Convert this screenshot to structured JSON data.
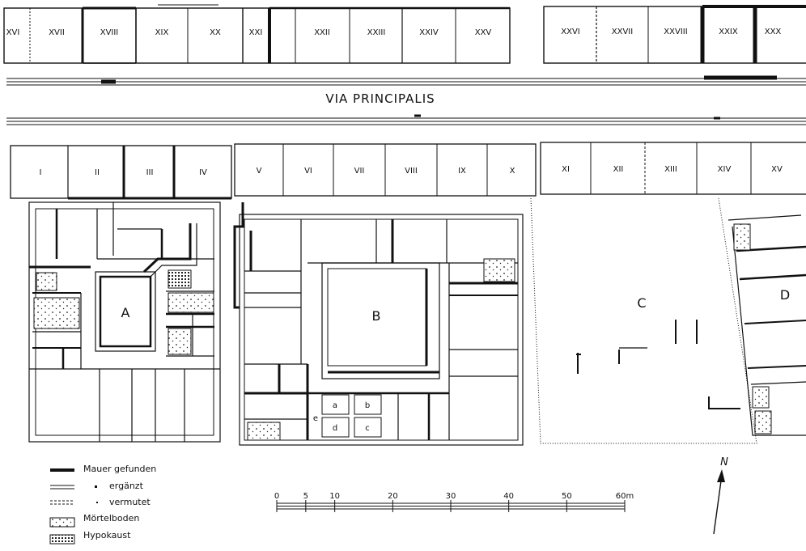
{
  "street_label": "VIA PRINCIPALIS",
  "north_label": "N",
  "barracks_top_west": [
    "XVI",
    "XVII",
    "XVIII",
    "XIX",
    "XX",
    "XXI"
  ],
  "barracks_top_east_a": [
    "XXII",
    "XXIII",
    "XXIV",
    "XXV"
  ],
  "barracks_top_east_b": [
    "XXVI",
    "XXVII",
    "XXVIII",
    "XXIX",
    "XXX"
  ],
  "barracks_bottom_west": [
    "I",
    "II",
    "III",
    "IV"
  ],
  "barracks_bottom_mid": [
    "V",
    "VI",
    "VII",
    "VIII",
    "IX",
    "X"
  ],
  "barracks_bottom_east": [
    "XI",
    "XII",
    "XIII",
    "XIV",
    "XV"
  ],
  "buildings": {
    "a": "A",
    "b": "B",
    "c": "C",
    "d": "D"
  },
  "rooms": {
    "a": "a",
    "b": "b",
    "c": "c",
    "d": "d",
    "e": "e"
  },
  "legend": {
    "found": "Mauer gefunden",
    "added": "ergänzt",
    "assumed": "vermutet",
    "mortar": "Mörtelboden",
    "hypocaust": "Hypokaust"
  },
  "scale": {
    "ticks": [
      "0",
      "5",
      "10",
      "20",
      "30",
      "40",
      "50",
      "60m"
    ],
    "values": [
      0,
      5,
      10,
      20,
      30,
      40,
      50,
      60
    ]
  }
}
